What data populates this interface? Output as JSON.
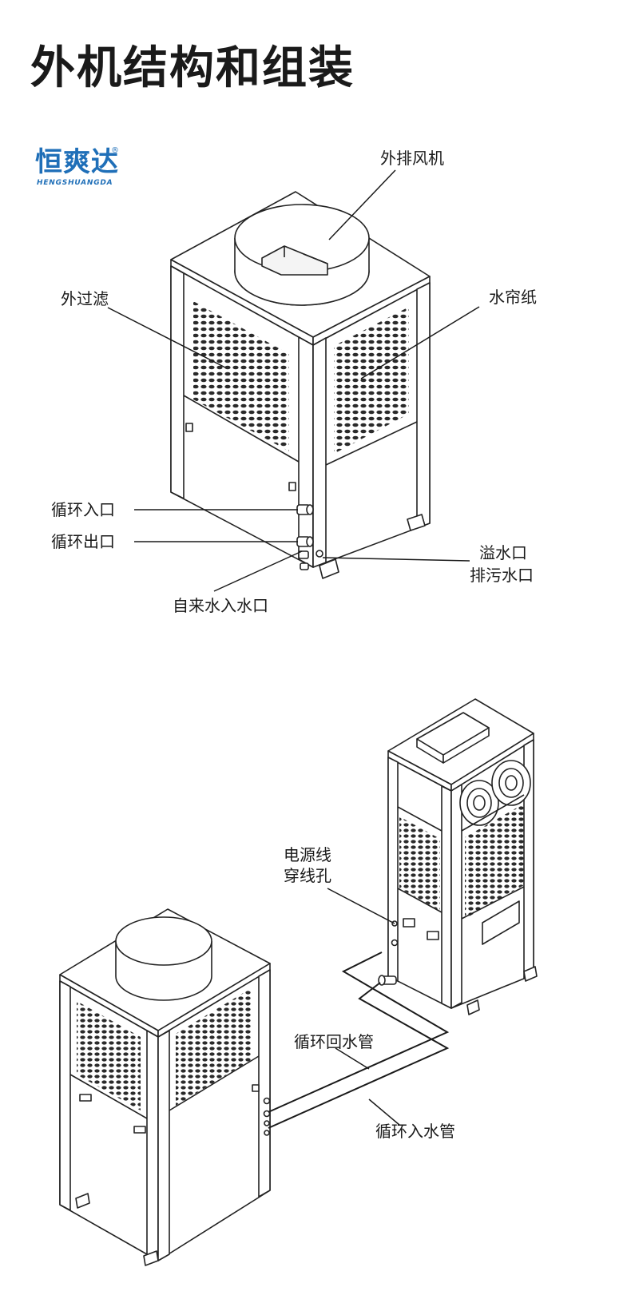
{
  "title": "外机结构和组装",
  "brand": {
    "name_cn": "恒爽达",
    "name_en": "HENGSHUANGDA",
    "reg_mark": "®",
    "color": "#1f6fb8"
  },
  "structure_labels": {
    "exhaust_fan": "外排风机",
    "outer_filter": "外过滤",
    "water_curtain": "水帘纸",
    "circulation_inlet": "循环入口",
    "circulation_outlet": "循环出口",
    "overflow_outlet": "溢水口",
    "drain_outlet": "排污水口",
    "tap_water_inlet": "自来水入水口"
  },
  "assembly_labels": {
    "power_cable": "电源线",
    "cable_hole": "穿线孔",
    "return_pipe": "循环回水管",
    "inlet_pipe": "循环入水管"
  }
}
